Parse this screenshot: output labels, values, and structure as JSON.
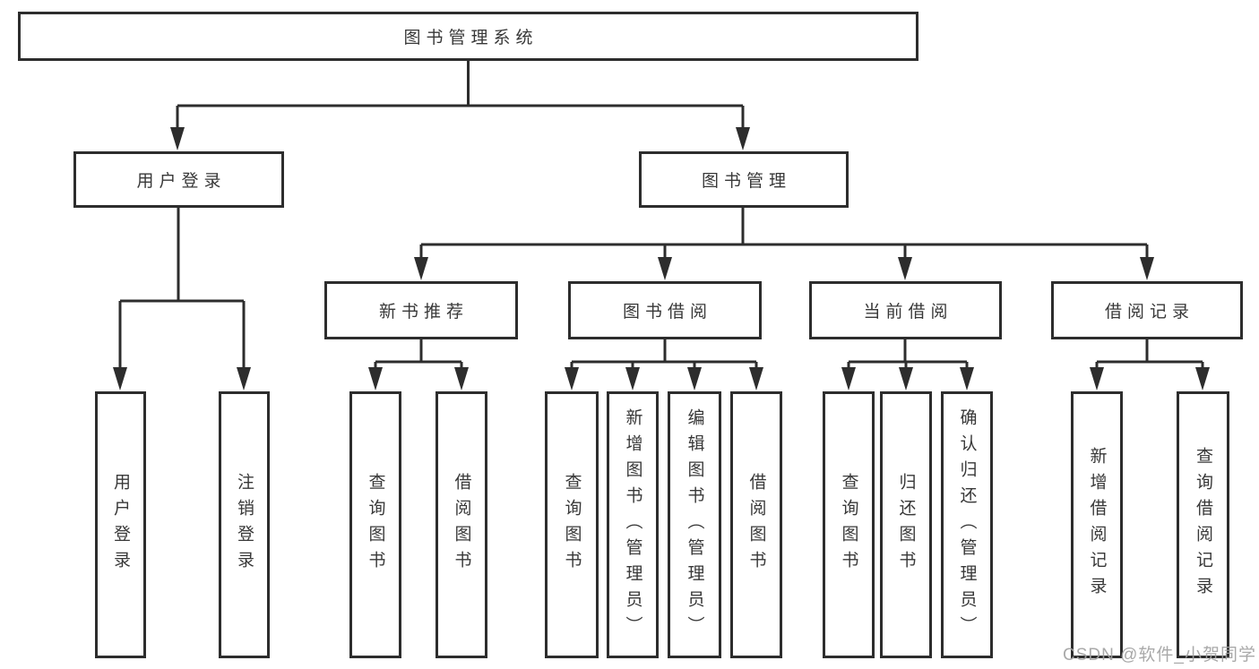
{
  "diagram": {
    "tree": {
      "root": "图书管理系统",
      "children": [
        {
          "label": "用户登录",
          "children": [
            "用户登录",
            "注销登录"
          ]
        },
        {
          "label": "图书管理",
          "children": [
            {
              "label": "新书推荐",
              "children": [
                "查询图书",
                "借阅图书"
              ]
            },
            {
              "label": "图书借阅",
              "children": [
                "查询图书",
                "新增图书（管理员）",
                "编辑图书（管理员）",
                "借阅图书"
              ]
            },
            {
              "label": "当前借阅",
              "children": [
                "查询图书",
                "归还图书",
                "确认归还（管理员）"
              ]
            },
            {
              "label": "借阅记录",
              "children": [
                "新增借阅记录",
                "查询借阅记录"
              ]
            }
          ]
        }
      ]
    },
    "colors": {
      "line": "#2d2d2d",
      "text": "#383838",
      "background": "#ffffff",
      "watermark_gray": "#a2a2a2"
    },
    "watermark": "CSDN @软件_小贺同学"
  }
}
